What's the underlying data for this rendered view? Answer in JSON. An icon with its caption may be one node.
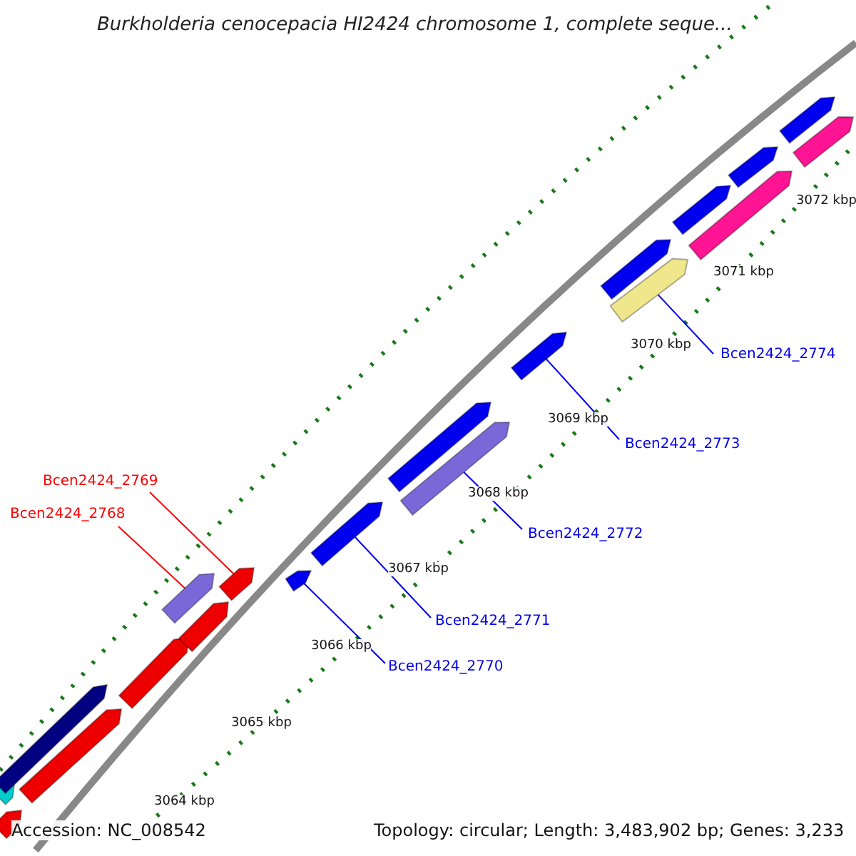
{
  "diagram": {
    "title": "Burkholderia cenocepacia HI2424 chromosome 1, complete seque...",
    "nodes": [
      {
        "text": [
          "Bcen2424_2768"
        ]
      },
      {
        "text": [
          "Bcen2424_2769"
        ]
      },
      {
        "text": [
          "Bcen2424_2770"
        ]
      },
      {
        "text": [
          "Bcen2424_2771"
        ]
      },
      {
        "text": [
          "Bcen2424_2772"
        ]
      },
      {
        "text": [
          "Bcen2424_2773"
        ]
      },
      {
        "text": [
          "Bcen2424_2774"
        ]
      },
      {
        "text": [],
        "shape": "bar"
      },
      {
        "text": [],
        "shape": "bar"
      },
      {
        "text": [],
        "shape": "bar"
      },
      {
        "text": [],
        "shape": "bar"
      },
      {
        "text": [],
        "shape": "bar"
      },
      {
        "text": [],
        "shape": "bar"
      },
      {
        "text": [],
        "shape": "bar"
      },
      {
        "text": [],
        "shape": "bar"
      },
      {
        "text": [],
        "shape": "bar"
      },
      {
        "text": [],
        "shape": "bar"
      },
      {
        "text": [],
        "shape": "bar"
      },
      {
        "text": [],
        "shape": "bar"
      },
      {
        "text": [],
        "shape": "bar"
      },
      {
        "text": [],
        "shape": "bar"
      },
      {
        "text": [],
        "shape": "bar"
      },
      {
        "text": [],
        "shape": "bar"
      },
      {
        "text": [],
        "shape": "bar"
      },
      {
        "text": [],
        "shape": "bar"
      },
      {
        "text": [],
        "shape": "bar"
      },
      {
        "text": [],
        "shape": "bar"
      }
    ],
    "edges": [
      {
        "from": 0,
        "to": 12,
        "arrow": "none",
        "color": "#ff0000"
      },
      {
        "from": 1,
        "to": 14,
        "arrow": "none",
        "color": "#ff0000"
      },
      {
        "from": 2,
        "to": 15,
        "arrow": "none"
      },
      {
        "from": 3,
        "to": 16,
        "arrow": "none"
      },
      {
        "from": 4,
        "to": 18,
        "arrow": "none"
      },
      {
        "from": 5,
        "to": 19,
        "arrow": "none"
      },
      {
        "from": 6,
        "to": 21,
        "arrow": "none"
      }
    ],
    "labels": [
      "3072 kbp",
      "3071 kbp",
      "3070 kbp",
      "3069 kbp",
      "3068 kbp",
      "3067 kbp",
      "3066 kbp",
      "3065 kbp",
      "3064 kbp",
      "Accession: NC_008542",
      "Topology: circular; Length: 3,483,902 bp; Genes: 3,233"
    ]
  }
}
